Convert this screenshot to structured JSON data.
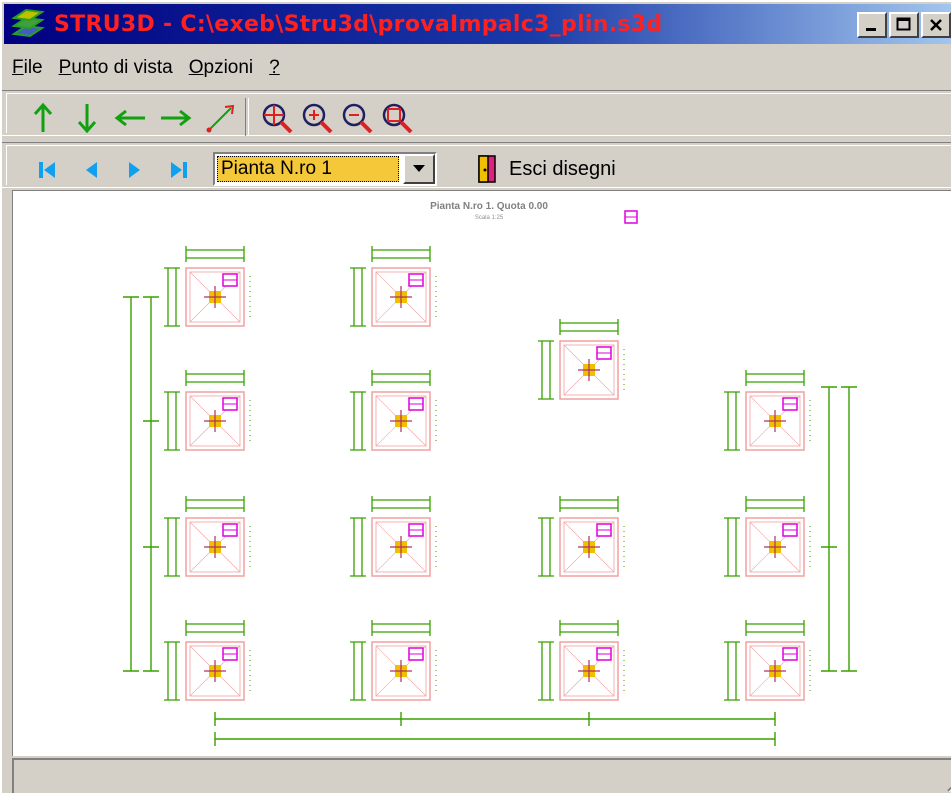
{
  "window": {
    "title": "STRU3D - C:\\exeb\\Stru3d\\provaImpalc3_plin.s3d",
    "title_color": "#ff2020",
    "titlebar_gradient": [
      "#000080",
      "#a6caf0"
    ]
  },
  "menu": {
    "items": [
      {
        "accel": "F",
        "rest": "ile"
      },
      {
        "accel": "P",
        "rest": "unto di vista"
      },
      {
        "accel": "O",
        "rest": "pzioni"
      },
      {
        "accel": "?",
        "rest": ""
      }
    ]
  },
  "toolbar1": {
    "buttons": [
      "arrow-up-icon",
      "arrow-down-icon",
      "arrow-left-icon",
      "arrow-right-icon",
      "rotate-icon",
      "zoom-window-icon",
      "zoom-in-icon",
      "zoom-out-icon",
      "zoom-extents-icon"
    ]
  },
  "toolbar2": {
    "nav_buttons": [
      "first-icon",
      "prev-icon",
      "next-icon",
      "last-icon"
    ],
    "plan_select": {
      "value": "Pianta N.ro 1"
    },
    "exit_label": "Esci disegni"
  },
  "drawing": {
    "title": "Pianta N.ro 1. Quota 0.00",
    "subtitle": "Scala 1:25",
    "line_color": "#3aa000",
    "plinth_color": "#f0a0a0",
    "marker_color": "#e000e0",
    "column_color": "#f0c000"
  },
  "status": {
    "text": ""
  }
}
